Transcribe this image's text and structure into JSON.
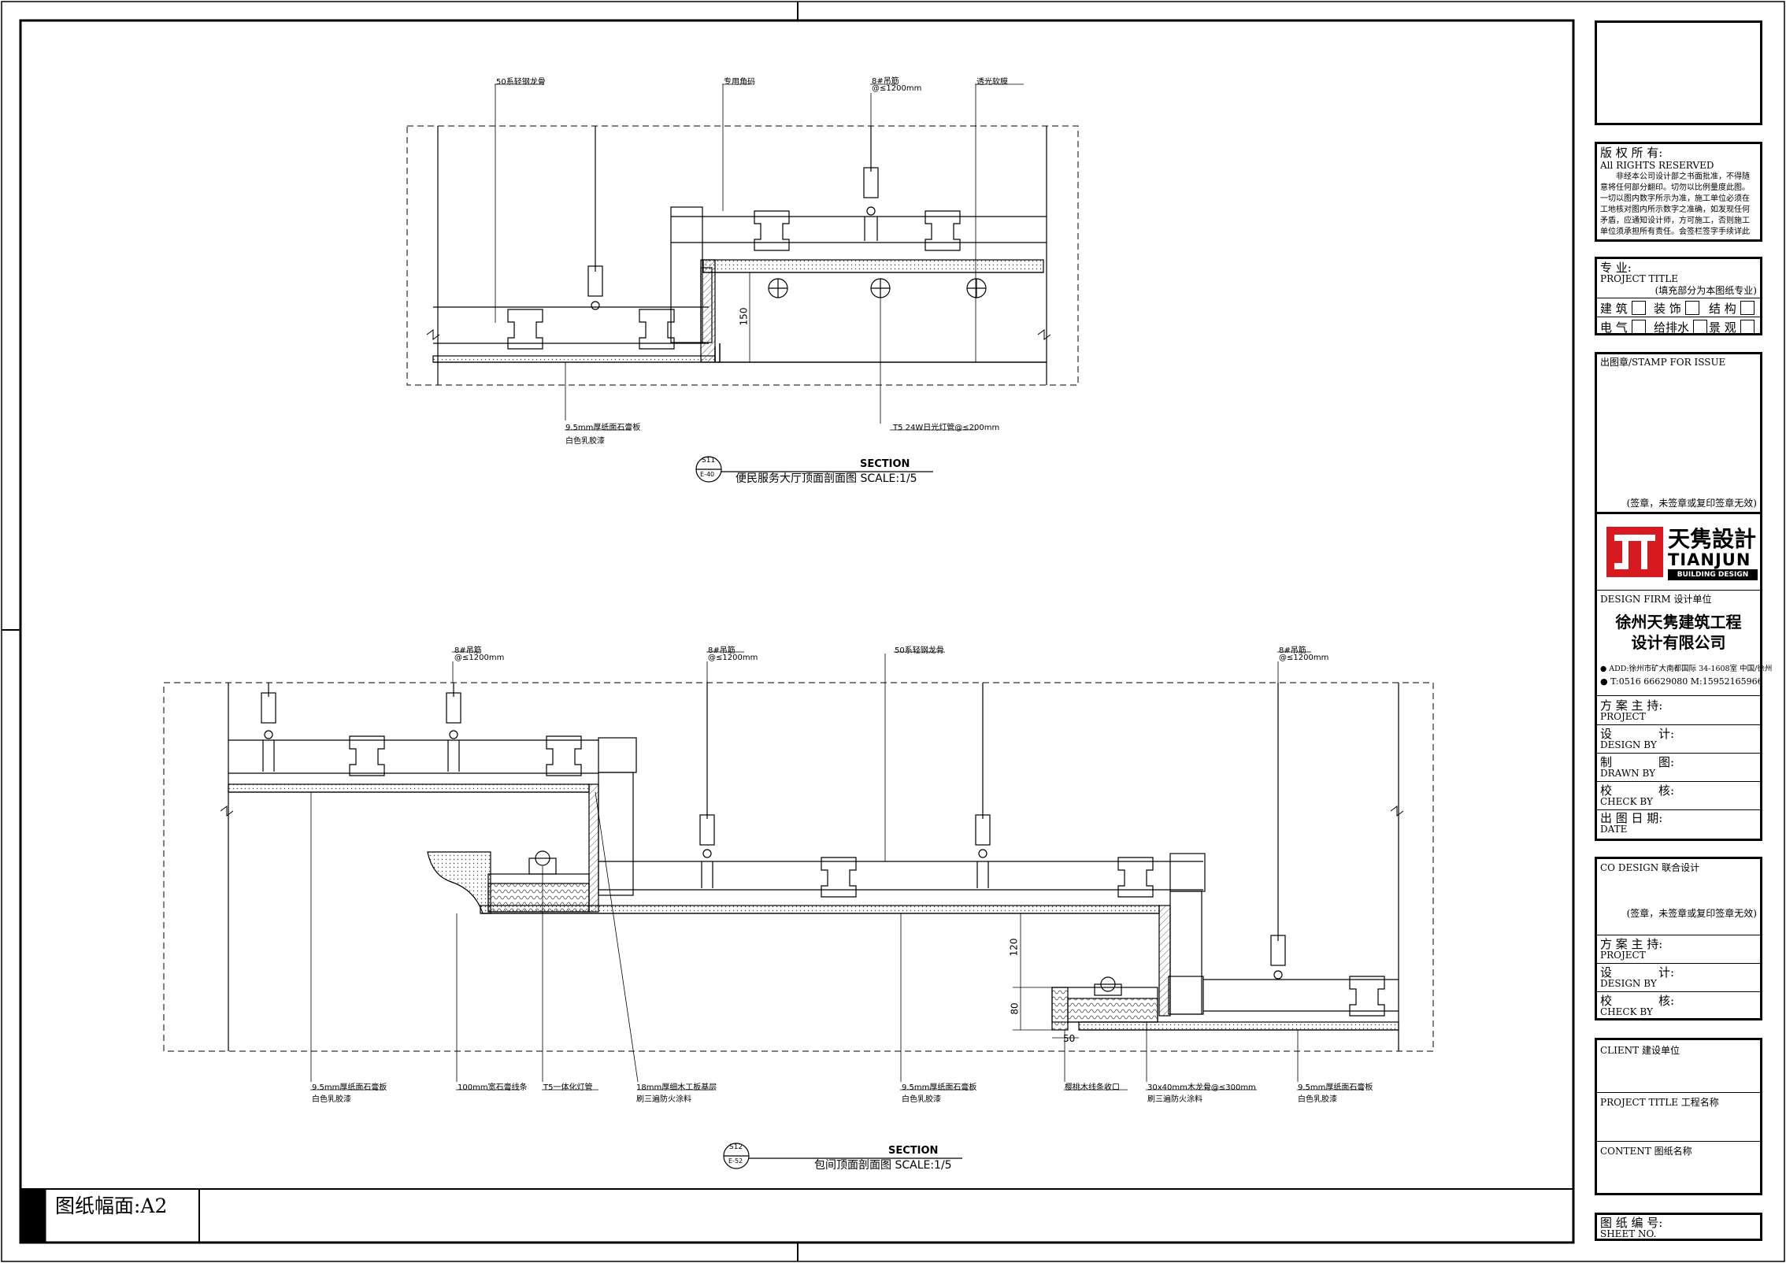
{
  "sheet": {
    "format_label": "图纸幅面:A2"
  },
  "sections": [
    {
      "tag": "S11",
      "sheet_ref": "E-40",
      "heading": "SECTION",
      "title": "便民服务大厅顶面剖面图 SCALE:1/5",
      "labels": {
        "keel": "50系轻钢龙骨",
        "corner": "专用角码",
        "hanger": "8#吊筋",
        "hanger_spacing": "@≤1200mm",
        "diffuser": "透光软膜",
        "board": "9.5mm厚纸面石膏板",
        "paint": "白色乳胶漆",
        "lamp": "T5 24W日光灯管@≤200mm",
        "dim_150": "150"
      }
    },
    {
      "tag": "S12",
      "sheet_ref": "E-52",
      "heading": "SECTION",
      "title": "包间顶面剖面图 SCALE:1/5",
      "labels": {
        "hanger1": "8#吊筋",
        "hanger1_spacing": "@≤1200mm",
        "hanger2": "8#吊筋",
        "hanger2_spacing": "@≤1200mm",
        "keel": "50系轻钢龙骨",
        "hanger3": "8#吊筋",
        "hanger3_spacing": "@≤1200mm",
        "board1": "9.5mm厚纸面石膏板",
        "paint1": "白色乳胶漆",
        "gypsum_line": "100mm宽石膏线条",
        "lamp": "T5一体化灯管",
        "plywood": "18mm厚细木工板基层",
        "fireproof1": "刷三遍防火涂料",
        "board2": "9.5mm厚纸面石膏板",
        "paint2": "白色乳胶漆",
        "wood_trim": "樱桃木线条收口",
        "wood_keel": "30x40mm木龙骨@≤300mm",
        "fireproof2": "刷三遍防火涂料",
        "board3": "9.5mm厚纸面石膏板",
        "paint3": "白色乳胶漆",
        "dim_120": "120",
        "dim_80": "80",
        "dim_50": "50"
      }
    }
  ],
  "title_block": {
    "copyright": {
      "title": "版 权 所 有:",
      "subtitle": "All RIGHTS RESERVED",
      "text": "非经本公司设计部之书面批准，不得随意将任何部分翻印。切勿以比例量度此图。一切以图内数字所示为准，施工单位必须在工地核对图内所示数字之准确，如发现任何矛盾，应通知设计师，方可施工，否则施工单位须承担所有责任。会签栏签字手续详此表。"
    },
    "discipline": {
      "title": "专      业:",
      "subtitle": "PROJECT TITLE",
      "note": "(填充部分为本图纸专业)",
      "items": [
        "建 筑",
        "装 饰",
        "结 构",
        "电 气",
        "给排水",
        "景 观"
      ]
    },
    "stamp": {
      "title": "出图章/STAMP FOR ISSUE",
      "note": "(签章，未签章或复印签章无效)"
    },
    "logo": {
      "cn": "天隽設計",
      "en": "TIANJUN",
      "sub": "BUILDING DESIGN",
      "brand_color": "#d71920"
    },
    "firm": {
      "label": "DESIGN FIRM  设计单位",
      "name_line1": "徐州天隽建筑工程",
      "name_line2": "设计有限公司",
      "address": "● ADD:徐州市矿大南都国际 34-1608室  中国/徐州",
      "phone": "● T:0516 66629080    M:15952165966"
    },
    "design_rows": [
      {
        "cn": "方 案 主 持:",
        "en": "PROJECT"
      },
      {
        "cn": "设",
        "cn2": "计:",
        "en": "DESIGN BY"
      },
      {
        "cn": "制",
        "cn2": "图:",
        "en": "DRAWN BY"
      },
      {
        "cn": "校",
        "cn2": "核:",
        "en": "CHECK BY"
      },
      {
        "cn": "出 图 日 期:",
        "en": "DATE"
      }
    ],
    "co_design": {
      "label": "CO DESIGN  联合设计",
      "note": "(签章，未签章或复印签章无效)",
      "rows": [
        {
          "cn": "方 案 主 持:",
          "en": "PROJECT"
        },
        {
          "cn": "设",
          "cn2": "计:",
          "en": "DESIGN BY"
        },
        {
          "cn": "校",
          "cn2": "核:",
          "en": "CHECK BY"
        }
      ]
    },
    "client": {
      "label": "CLIENT  建设单位"
    },
    "project_title": {
      "label": "PROJECT  TITLE  工程名称"
    },
    "content": {
      "label": "CONTENT  图纸名称"
    },
    "sheet_no": {
      "cn": "图 纸 编 号:",
      "en": "SHEET NO."
    }
  }
}
